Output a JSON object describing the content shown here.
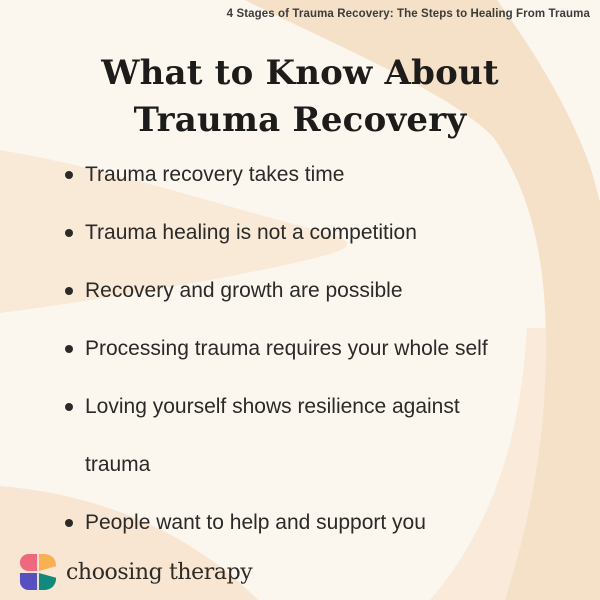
{
  "header": {
    "tagline": "4 Stages of Trauma Recovery: The Steps to Healing From Trauma"
  },
  "title": {
    "line1": "What to Know About",
    "line2": "Trauma Recovery"
  },
  "bullets": [
    "Trauma recovery takes time",
    "Trauma healing is not a competition",
    "Recovery and growth are possible",
    "Processing trauma requires your whole self",
    "Loving yourself shows resilience against trauma",
    "People want to help and support you"
  ],
  "brand": {
    "name": "choosing therapy"
  },
  "colors": {
    "background_cream": "#fbf6ee",
    "arc_light": "#f9e9d7",
    "arc_medium": "#f5e1c8",
    "arc_soft": "#f8e6d2",
    "arc_crescent": "#f9ead9",
    "title_text": "#1d1c1a",
    "body_text": "#2b2a28",
    "tagline_text": "#3d3c3a",
    "logo_pink": "#ee6880",
    "logo_orange": "#f9b052",
    "logo_indigo": "#5750c0",
    "logo_teal": "#11897d"
  }
}
